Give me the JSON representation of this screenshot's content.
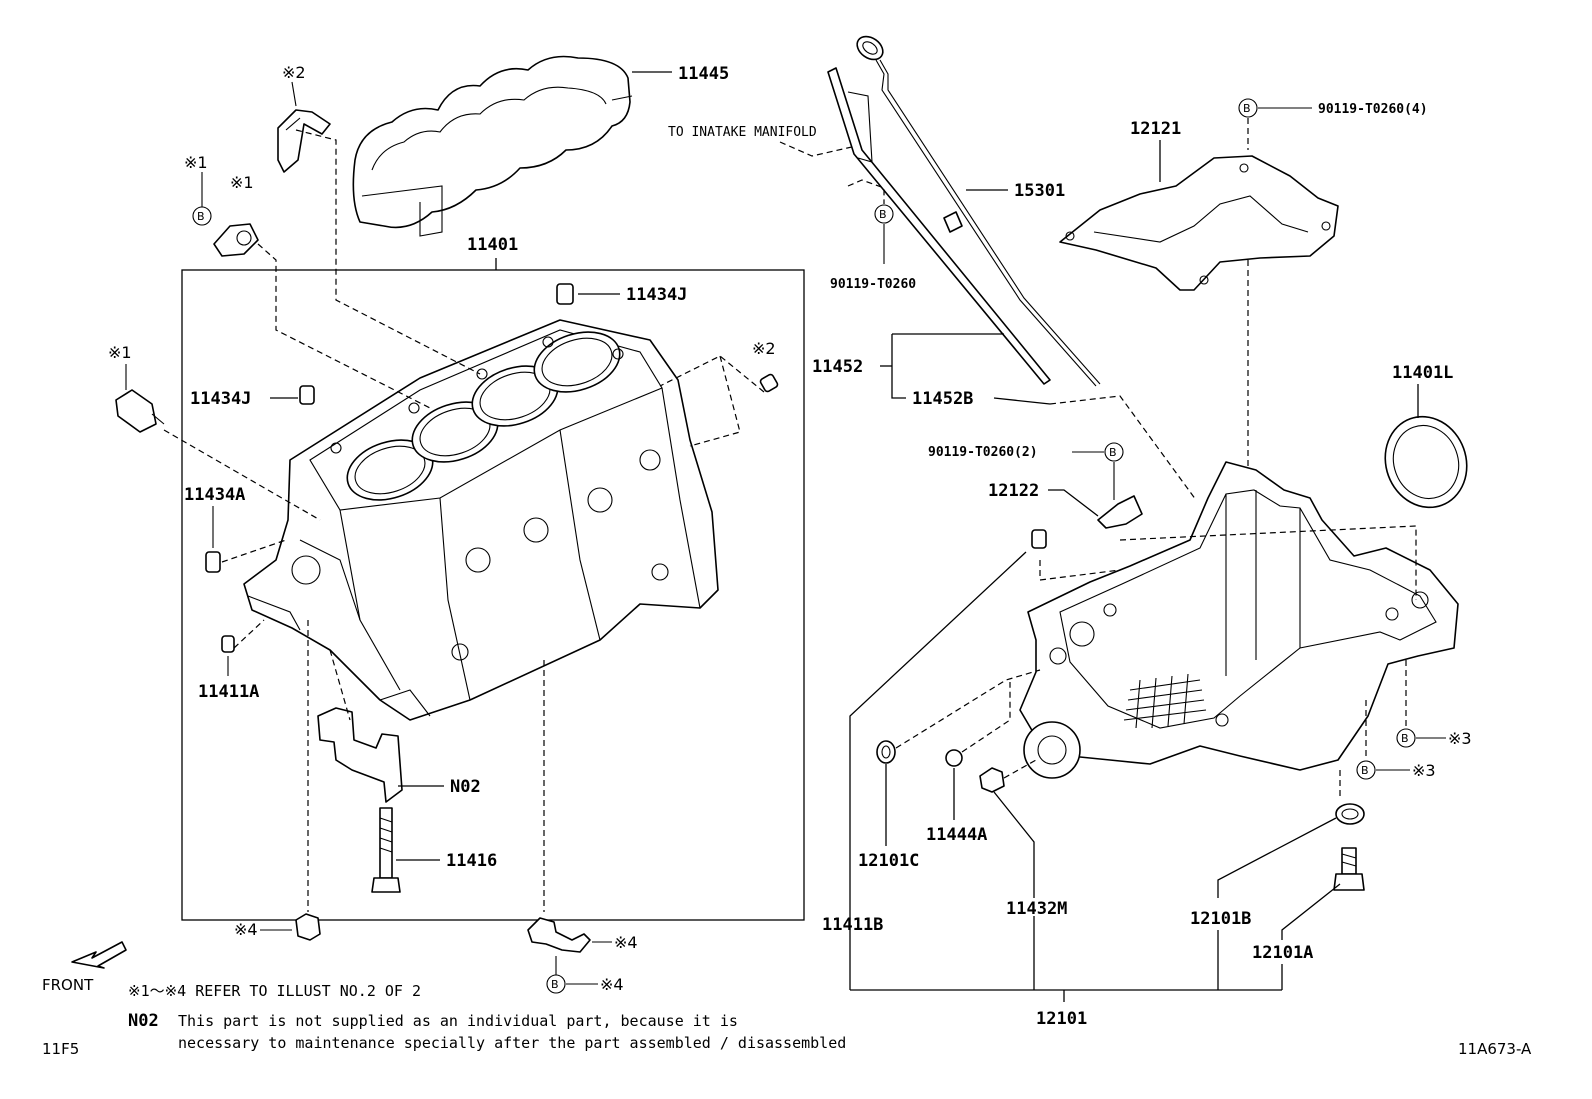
{
  "parts": {
    "p11445": "11445",
    "p11401": "11401",
    "p11434J_top": "11434J",
    "p11434J_left": "11434J",
    "p11434A": "11434A",
    "p11411A": "11411A",
    "pN02": "N02",
    "p11416": "11416",
    "p15301": "15301",
    "p90119_T0260": "90119-T0260",
    "p11452": "11452",
    "p11452B": "11452B",
    "p90119_T0260_4": "90119-T0260(4)",
    "p12121": "12121",
    "p11401L": "11401L",
    "p90119_T0260_2": "90119-T0260(2)",
    "p12122": "12122",
    "p12101C": "12101C",
    "p11444A": "11444A",
    "p11432M": "11432M",
    "p11411B": "11411B",
    "p12101B": "12101B",
    "p12101A": "12101A",
    "p12101": "12101"
  },
  "marks": {
    "m1": "※1",
    "m2": "※2",
    "m3": "※3",
    "m4": "※4",
    "bolt_b": "B"
  },
  "callouts": {
    "to_intake": "TO INATAKE MANIFOLD"
  },
  "footer": {
    "front": "FRONT",
    "refer": "※1～※4 REFER TO ILLUST NO.2 OF 2",
    "n02_label": "N02",
    "n02_line1": "This part is not supplied as an individual part, because it is",
    "n02_line2": "necessary to maintenance specially after the part assembled / disassembled",
    "page_code": "11F5",
    "illust_code": "11A673-A"
  }
}
